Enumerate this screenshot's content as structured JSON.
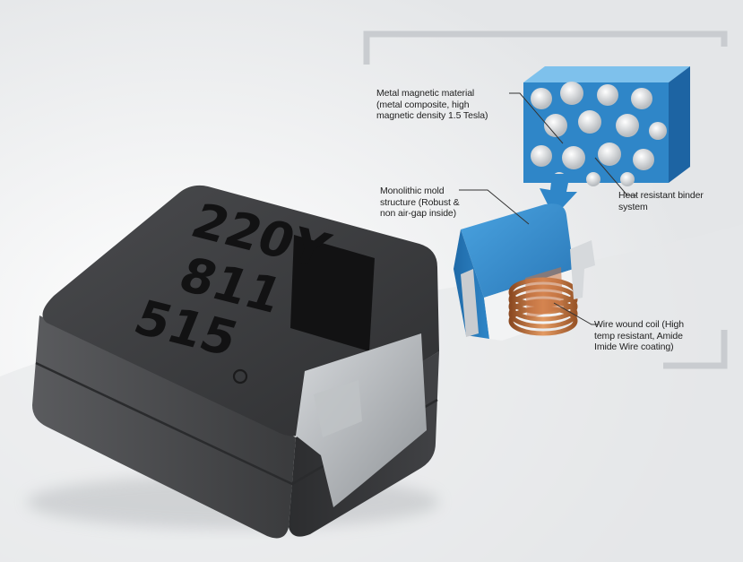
{
  "product": {
    "marking_line_1": "220Y",
    "marking_line_2": "811",
    "marking_line_3": "515"
  },
  "callouts": {
    "metal_magnetic": "Metal magnetic material\n(metal composite, high\nmagnetic density 1.5 Tesla)",
    "heat_binder": "Heat resistant binder\nsystem",
    "monolithic_mold": "Monolithic mold\nstructure (Robust &\nnon air-gap inside)",
    "wire_coil": "Wire wound coil (High\ntemp resistant, Amide\nImide Wire coating)"
  },
  "colors": {
    "body": "#3a3b3d",
    "mold_blue": "#2f86c8",
    "copper": "#c87341",
    "terminal": "#a8acb0",
    "frame": "#c9ccd0"
  }
}
